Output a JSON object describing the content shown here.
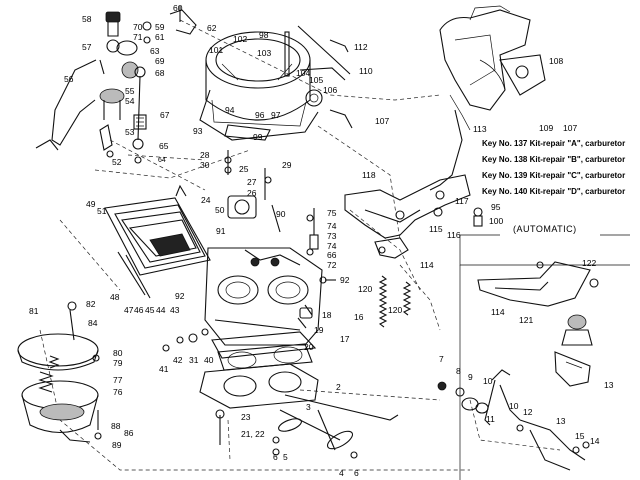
{
  "callouts": [
    {
      "id": "c1",
      "text": "58"
    },
    {
      "id": "c2",
      "text": "60"
    },
    {
      "id": "c3",
      "text": "70"
    },
    {
      "id": "c4",
      "text": "59"
    },
    {
      "id": "c5",
      "text": "71"
    },
    {
      "id": "c6",
      "text": "61"
    },
    {
      "id": "c7",
      "text": "62"
    },
    {
      "id": "c8",
      "text": "57"
    },
    {
      "id": "c9",
      "text": "63"
    },
    {
      "id": "c10",
      "text": "69"
    },
    {
      "id": "c11",
      "text": "68"
    },
    {
      "id": "c12",
      "text": "56"
    },
    {
      "id": "c13",
      "text": "55"
    },
    {
      "id": "c14",
      "text": "54"
    },
    {
      "id": "c15",
      "text": "67"
    },
    {
      "id": "c16",
      "text": "53"
    },
    {
      "id": "c17",
      "text": "65"
    },
    {
      "id": "c18",
      "text": "64"
    },
    {
      "id": "c19",
      "text": "52"
    },
    {
      "id": "c20",
      "text": "101"
    },
    {
      "id": "c21",
      "text": "102"
    },
    {
      "id": "c22",
      "text": "98"
    },
    {
      "id": "c23",
      "text": "103"
    },
    {
      "id": "c24",
      "text": "112"
    },
    {
      "id": "c25",
      "text": "110"
    },
    {
      "id": "c26",
      "text": "104"
    },
    {
      "id": "c27",
      "text": "105"
    },
    {
      "id": "c28",
      "text": "106"
    },
    {
      "id": "c29",
      "text": "94"
    },
    {
      "id": "c30",
      "text": "96"
    },
    {
      "id": "c31",
      "text": "97"
    },
    {
      "id": "c32",
      "text": "93"
    },
    {
      "id": "c33",
      "text": "99"
    },
    {
      "id": "c34",
      "text": "107"
    },
    {
      "id": "c35",
      "text": "113"
    },
    {
      "id": "c36",
      "text": "108"
    },
    {
      "id": "c37",
      "text": "109"
    },
    {
      "id": "c38",
      "text": "107"
    },
    {
      "id": "c39",
      "text": "28"
    },
    {
      "id": "c40",
      "text": "30"
    },
    {
      "id": "c41",
      "text": "25"
    },
    {
      "id": "c42",
      "text": "29"
    },
    {
      "id": "c43",
      "text": "27"
    },
    {
      "id": "c44",
      "text": "26"
    },
    {
      "id": "c45",
      "text": "24"
    },
    {
      "id": "c46",
      "text": "118"
    },
    {
      "id": "c47",
      "text": "49"
    },
    {
      "id": "c48",
      "text": "51"
    },
    {
      "id": "c49",
      "text": "50"
    },
    {
      "id": "c50",
      "text": "91"
    },
    {
      "id": "c51",
      "text": "90"
    },
    {
      "id": "c52",
      "text": "75"
    },
    {
      "id": "c53",
      "text": "74"
    },
    {
      "id": "c54",
      "text": "73"
    },
    {
      "id": "c55",
      "text": "74"
    },
    {
      "id": "c56",
      "text": "66"
    },
    {
      "id": "c57",
      "text": "72"
    },
    {
      "id": "c58",
      "text": "117"
    },
    {
      "id": "c59",
      "text": "95"
    },
    {
      "id": "c60",
      "text": "115"
    },
    {
      "id": "c61",
      "text": "116"
    },
    {
      "id": "c62",
      "text": "100"
    },
    {
      "id": "c63",
      "text": "114"
    },
    {
      "id": "c64",
      "text": "48"
    },
    {
      "id": "c65",
      "text": "47"
    },
    {
      "id": "c66",
      "text": "46"
    },
    {
      "id": "c67",
      "text": "45"
    },
    {
      "id": "c68",
      "text": "44"
    },
    {
      "id": "c69",
      "text": "43"
    },
    {
      "id": "c70",
      "text": "92"
    },
    {
      "id": "c71",
      "text": "92"
    },
    {
      "id": "c72",
      "text": "120"
    },
    {
      "id": "c73",
      "text": "120"
    },
    {
      "id": "c74",
      "text": "18"
    },
    {
      "id": "c75",
      "text": "16"
    },
    {
      "id": "c76",
      "text": "19"
    },
    {
      "id": "c77",
      "text": "17"
    },
    {
      "id": "c78",
      "text": "20"
    },
    {
      "id": "c79",
      "text": "81"
    },
    {
      "id": "c80",
      "text": "82"
    },
    {
      "id": "c81",
      "text": "84"
    },
    {
      "id": "c82",
      "text": "80"
    },
    {
      "id": "c83",
      "text": "79"
    },
    {
      "id": "c84",
      "text": "77"
    },
    {
      "id": "c85",
      "text": "76"
    },
    {
      "id": "c86",
      "text": "88"
    },
    {
      "id": "c87",
      "text": "86"
    },
    {
      "id": "c88",
      "text": "89"
    },
    {
      "id": "c89",
      "text": "42"
    },
    {
      "id": "c90",
      "text": "31"
    },
    {
      "id": "c91",
      "text": "40"
    },
    {
      "id": "c92",
      "text": "41"
    },
    {
      "id": "c93",
      "text": "2"
    },
    {
      "id": "c94",
      "text": "3"
    },
    {
      "id": "c95",
      "text": "23"
    },
    {
      "id": "c96",
      "text": "21, 22"
    },
    {
      "id": "c97",
      "text": "6"
    },
    {
      "id": "c98",
      "text": "5"
    },
    {
      "id": "c99",
      "text": "4"
    },
    {
      "id": "c100",
      "text": "6"
    },
    {
      "id": "c101",
      "text": "122"
    },
    {
      "id": "c102",
      "text": "114"
    },
    {
      "id": "c103",
      "text": "121"
    },
    {
      "id": "c104",
      "text": "13"
    },
    {
      "id": "c105",
      "text": "7"
    },
    {
      "id": "c106",
      "text": "8"
    },
    {
      "id": "c107",
      "text": "9"
    },
    {
      "id": "c108",
      "text": "10"
    },
    {
      "id": "c109",
      "text": "11"
    },
    {
      "id": "c110",
      "text": "10"
    },
    {
      "id": "c111",
      "text": "12"
    },
    {
      "id": "c112",
      "text": "13"
    },
    {
      "id": "c113",
      "text": "15"
    },
    {
      "id": "c114",
      "text": "14"
    }
  ],
  "key_notes": [
    "Key No. 137 Kit-repair \"A\", carburetor",
    "Key No. 138 Kit-repair \"B\", carburetor",
    "Key No. 139 Kit-repair \"C\", carburetor",
    "Key No. 140 Kit-repair \"D\", carburetor"
  ],
  "automatic_label": "(AUTOMATIC)"
}
